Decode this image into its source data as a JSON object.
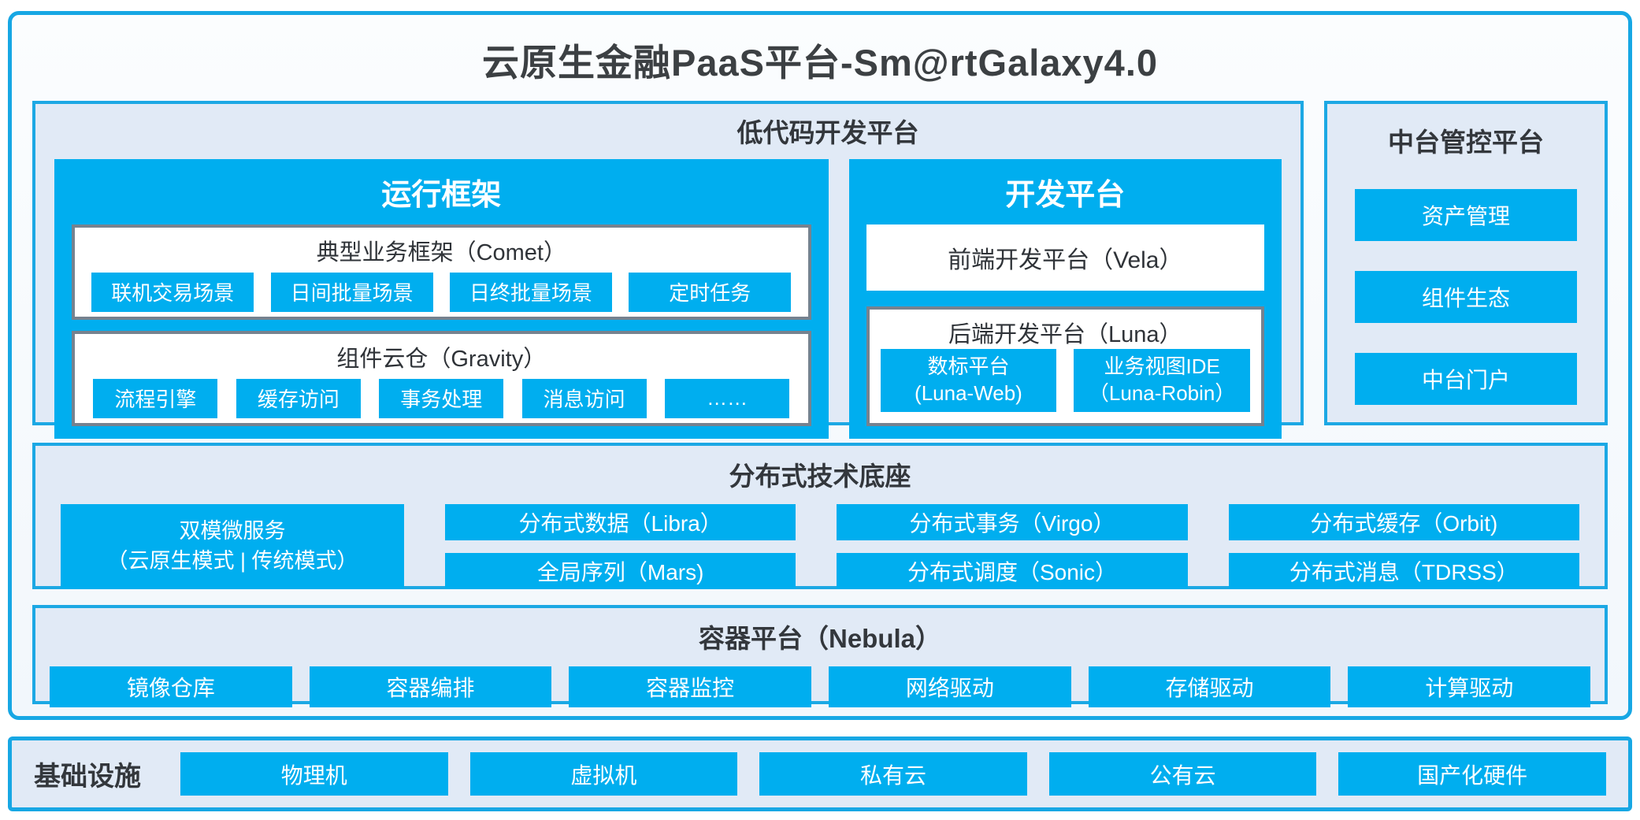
{
  "colors": {
    "accent_blue_fill": "#00AEEF",
    "blue_border": "#1CA8E4",
    "light_panel_bg": "#E1EAF6",
    "outer_panel_bg": "#F6FAFD",
    "gray_inner_border": "#76828F",
    "dark_text": "#33373C",
    "white_text": "#FFFFFF"
  },
  "title": "云原生金融PaaS平台-Sm@rtGalaxy4.0",
  "lowcode": {
    "title": "低代码开发平台",
    "runtime": {
      "title": "运行框架",
      "comet": {
        "title": "典型业务框架（Comet）",
        "items": [
          "联机交易场景",
          "日间批量场景",
          "日终批量场景",
          "定时任务"
        ]
      },
      "gravity": {
        "title": "组件云仓（Gravity）",
        "items": [
          "流程引擎",
          "缓存访问",
          "事务处理",
          "消息访问",
          "……"
        ]
      }
    },
    "dev": {
      "title": "开发平台",
      "vela": "前端开发平台（Vela）",
      "luna": {
        "title": "后端开发平台（Luna）",
        "items": [
          {
            "line1": "数标平台",
            "line2": "(Luna-Web)"
          },
          {
            "line1": "业务视图IDE",
            "line2": "（Luna-Robin）"
          }
        ]
      }
    }
  },
  "midplatform": {
    "title": "中台管控平台",
    "items": [
      "资产管理",
      "组件生态",
      "中台门户"
    ]
  },
  "distributed": {
    "title": "分布式技术底座",
    "tall": {
      "line1": "双模微服务",
      "line2": "（云原生模式 | 传统模式）"
    },
    "items": [
      "分布式数据（Libra）",
      "分布式事务（Virgo）",
      "分布式缓存（Orbit)",
      "全局序列（Mars)",
      "分布式调度（Sonic）",
      "分布式消息（TDRSS）"
    ]
  },
  "container": {
    "title": "容器平台（Nebula）",
    "items": [
      "镜像仓库",
      "容器编排",
      "容器监控",
      "网络驱动",
      "存储驱动",
      "计算驱动"
    ]
  },
  "infrastructure": {
    "title": "基础设施",
    "items": [
      "物理机",
      "虚拟机",
      "私有云",
      "公有云",
      "国产化硬件"
    ]
  }
}
